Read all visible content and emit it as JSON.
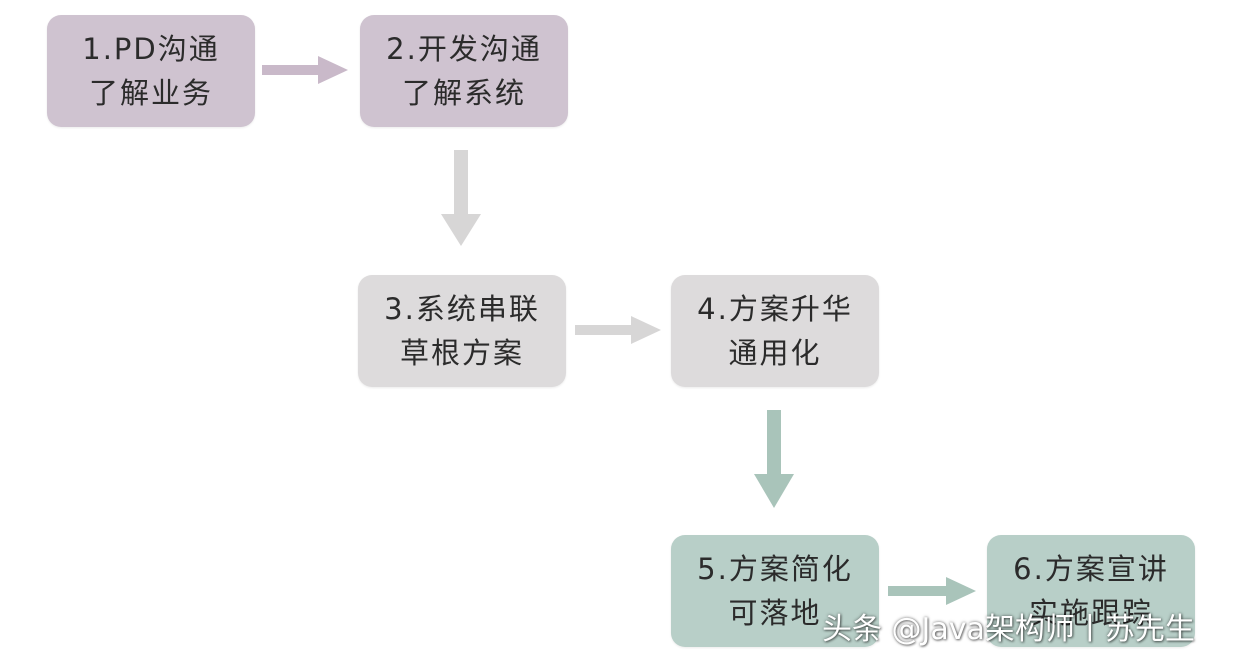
{
  "steps": [
    {
      "line1": "1.PD沟通",
      "line2": "了解业务"
    },
    {
      "line1": "2.开发沟通",
      "line2": "了解系统"
    },
    {
      "line1": "3.系统串联",
      "line2": "草根方案"
    },
    {
      "line1": "4.方案升华",
      "line2": "通用化"
    },
    {
      "line1": "5.方案简化",
      "line2": "可落地"
    },
    {
      "line1": "6.方案宣讲",
      "line2": "实施跟踪"
    }
  ],
  "colors": {
    "purple": "#cfc3d0",
    "purple_arrow": "#c9b9c9",
    "gray": "#dddbdc",
    "gray_arrow": "#d7d6d6",
    "teal": "#b8cfc8",
    "teal_arrow": "#a9c4ba"
  },
  "watermark": "头条 @Java架构师丨苏先生"
}
